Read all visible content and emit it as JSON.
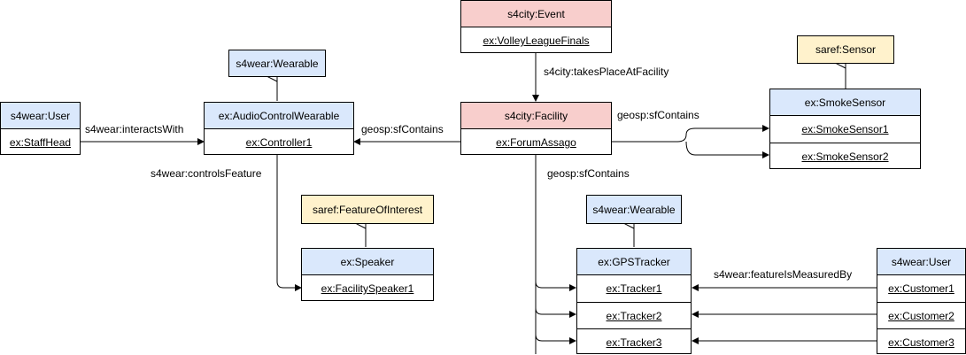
{
  "nodes": {
    "event": {
      "header": "s4city:Event",
      "rows": [
        "ex:VolleyLeagueFinals"
      ]
    },
    "facility": {
      "header": "s4city:Facility",
      "rows": [
        "ex:ForumAssago"
      ]
    },
    "wearable_top": {
      "header": "s4wear:Wearable"
    },
    "audio_wearable": {
      "header": "ex:AudioControlWearable",
      "rows": [
        "ex:Controller1"
      ]
    },
    "user_left": {
      "header": "s4wear:User",
      "rows": [
        "ex:StaffHead"
      ]
    },
    "feature_of_interest": {
      "header": "saref:FeatureOfInterest"
    },
    "speaker": {
      "header": "ex:Speaker",
      "rows": [
        "ex:FacilitySpeaker1"
      ]
    },
    "sensor": {
      "header": "saref:Sensor"
    },
    "smoke_sensor": {
      "header": "ex:SmokeSensor",
      "rows": [
        "ex:SmokeSensor1",
        "ex:SmokeSensor2"
      ]
    },
    "wearable_mid": {
      "header": "s4wear:Wearable"
    },
    "gps_tracker": {
      "header": "ex:GPSTracker",
      "rows": [
        "ex:Tracker1",
        "ex:Tracker2",
        "ex:Tracker3"
      ]
    },
    "user_right": {
      "header": "s4wear:User",
      "rows": [
        "ex:Customer1",
        "ex:Customer2",
        "ex:Customer3"
      ]
    }
  },
  "edges": {
    "takes_place": "s4city:takesPlaceAtFacility",
    "interacts_with": "s4wear:interactsWith",
    "contains_left": "geosp:sfContains",
    "contains_right": "geosp:sfContains",
    "contains_bottom": "geosp:sfContains",
    "controls_feature": "s4wear:controlsFeature",
    "measured_by": "s4wear:featureIsMeasuredBy"
  },
  "colors": {
    "blue": "#dae8fc",
    "red": "#f8cecc",
    "yellow": "#fff2cc",
    "line": "#000000"
  }
}
